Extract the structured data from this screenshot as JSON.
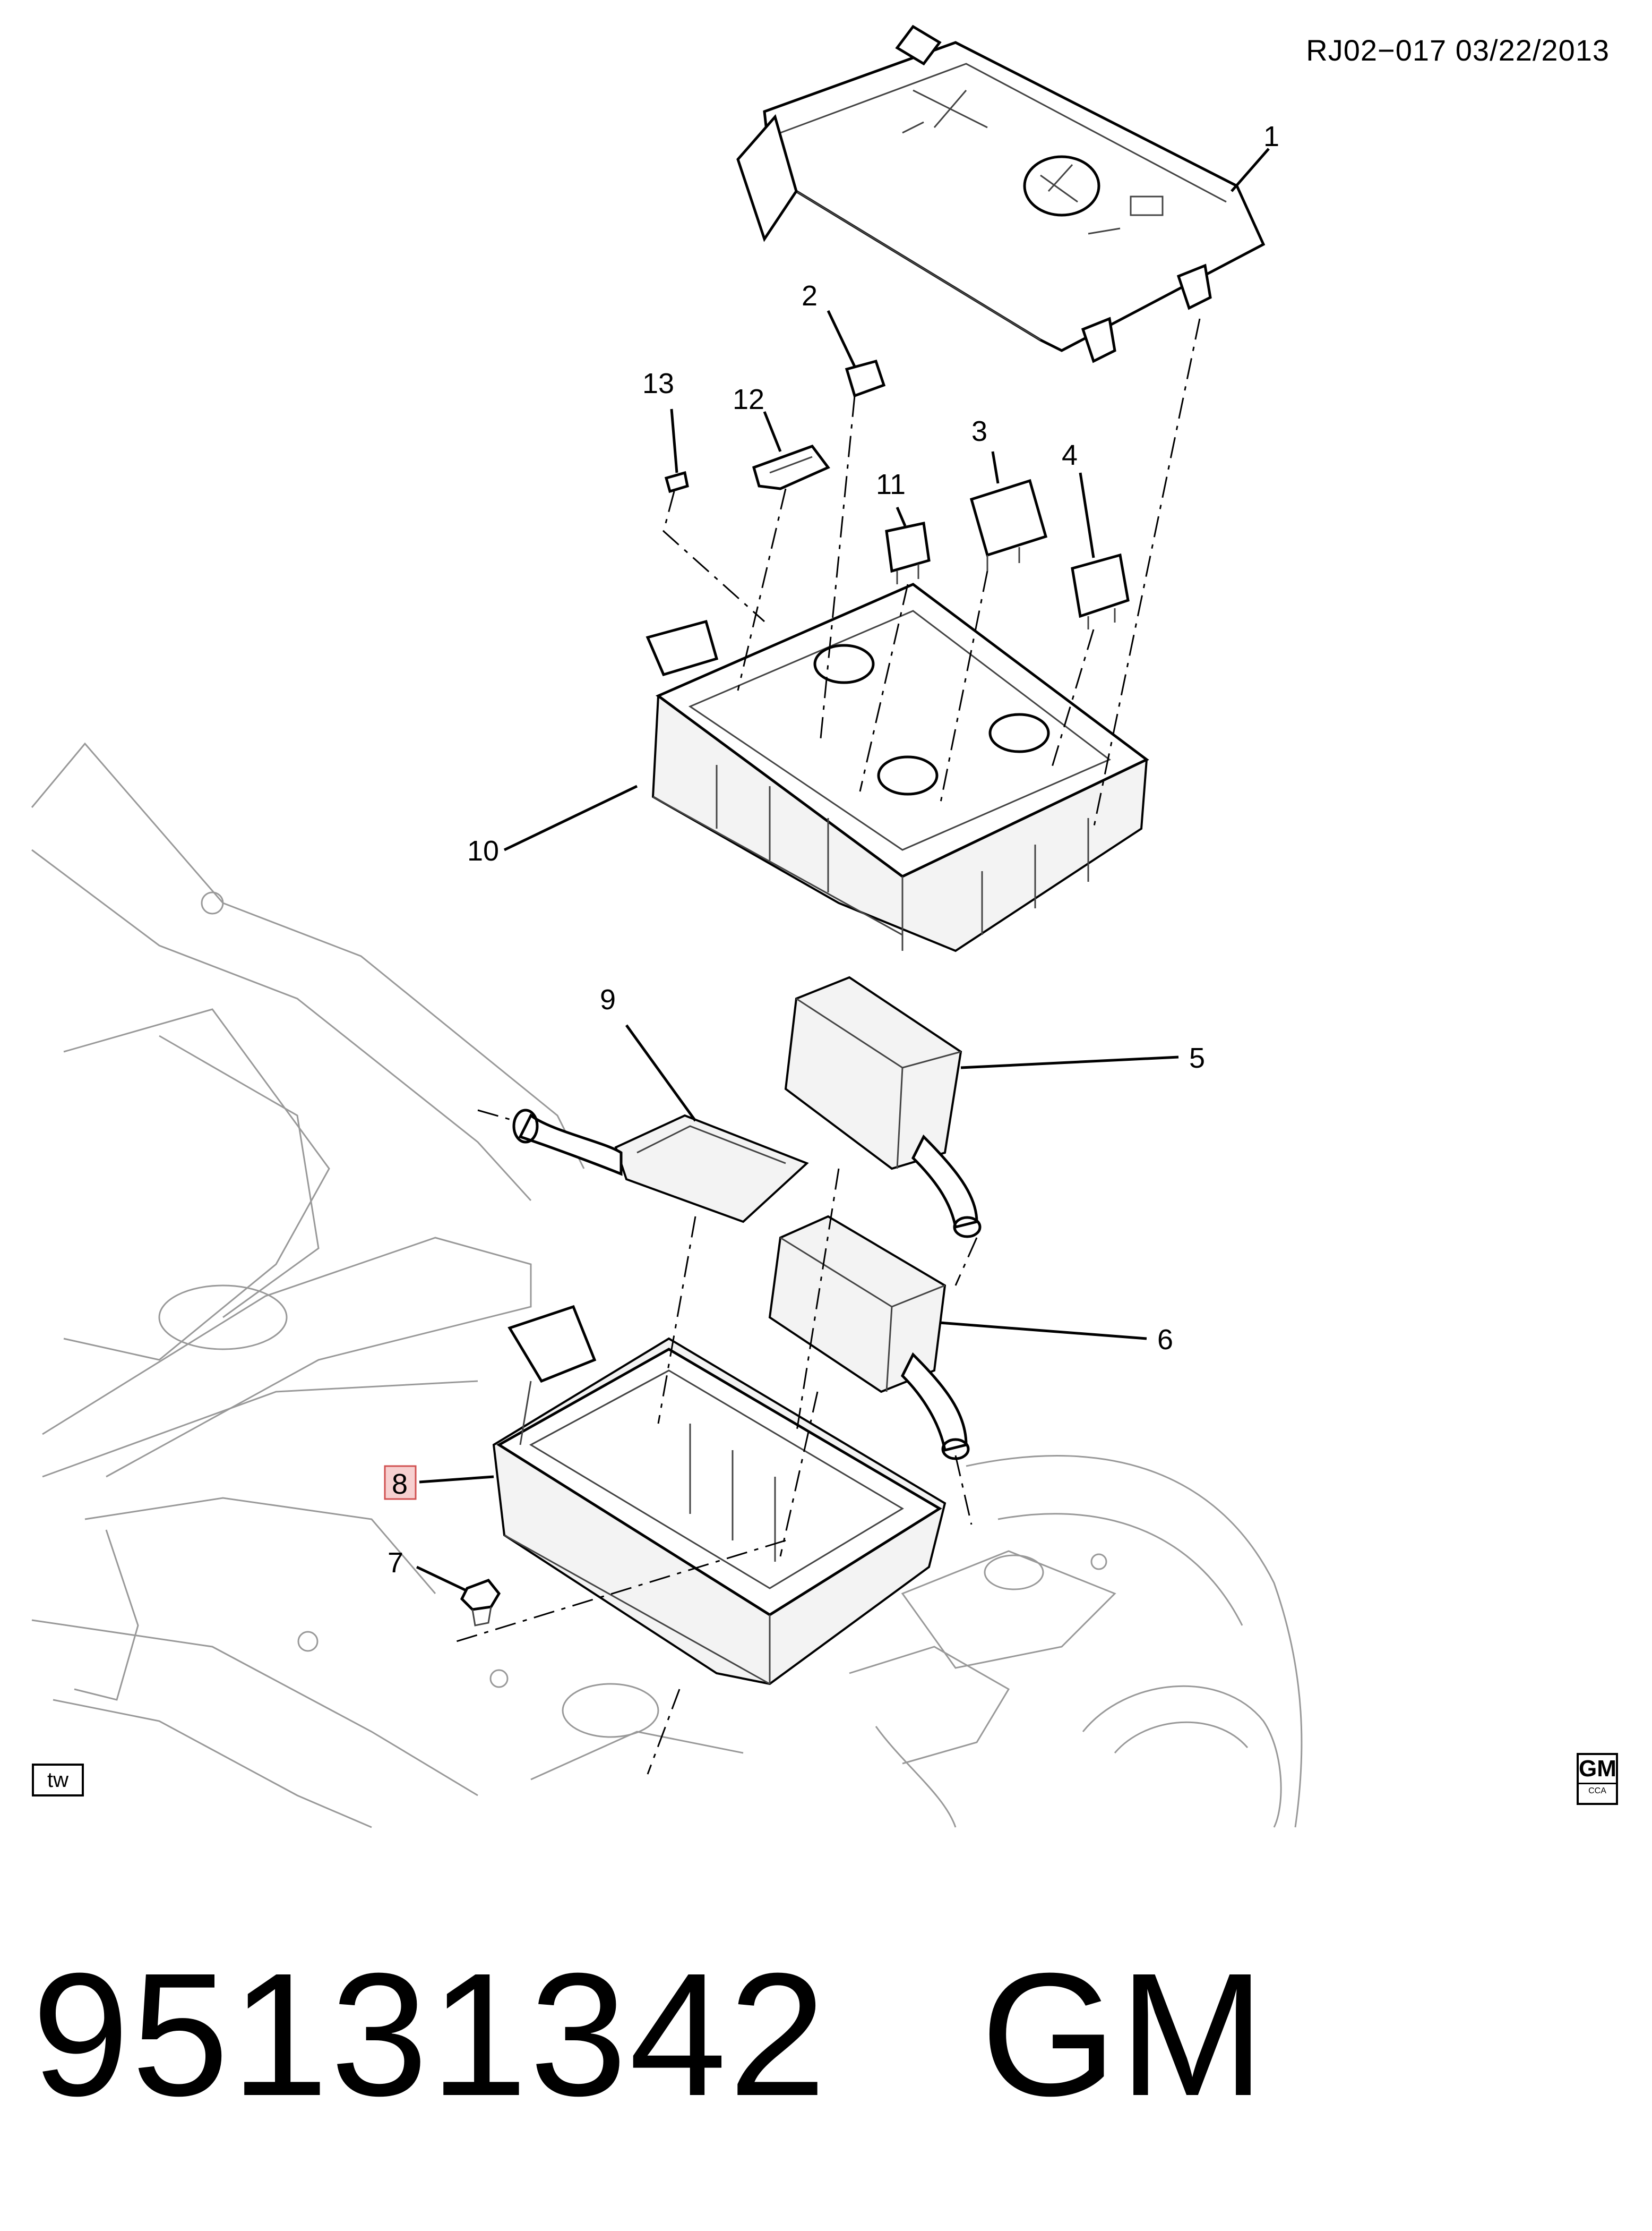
{
  "header": {
    "drawing_ref": "RJ02−017  03/22/2013"
  },
  "callouts": [
    {
      "id": "1",
      "label": "1"
    },
    {
      "id": "2",
      "label": "2"
    },
    {
      "id": "3",
      "label": "3"
    },
    {
      "id": "4",
      "label": "4"
    },
    {
      "id": "5",
      "label": "5"
    },
    {
      "id": "6",
      "label": "6"
    },
    {
      "id": "7",
      "label": "7"
    },
    {
      "id": "8",
      "label": "8"
    },
    {
      "id": "9",
      "label": "9"
    },
    {
      "id": "10",
      "label": "10"
    },
    {
      "id": "11",
      "label": "11"
    },
    {
      "id": "12",
      "label": "12"
    },
    {
      "id": "13",
      "label": "13"
    }
  ],
  "highlighted_callout": "8",
  "corner_tag": "tw",
  "logo": {
    "top": "GM",
    "bottom": "CCA"
  },
  "footer": {
    "part_number": "95131342",
    "brand": "GM"
  }
}
